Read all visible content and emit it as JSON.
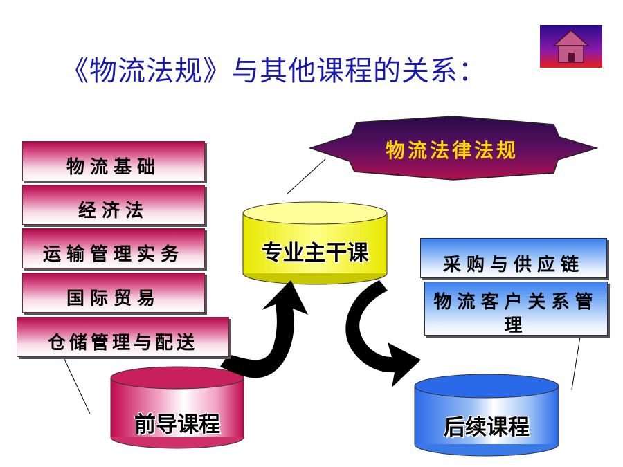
{
  "title": "《物流法规》与其他课程的关系：",
  "home_icon": "home-icon",
  "colors": {
    "title": "#1a1aa8",
    "star_text": "#ffd400",
    "pink_top": "#b0084a",
    "blue_top": "#3a80f0",
    "yellow_cylinder": "#ffff66",
    "arrow": "#000000"
  },
  "diagram": {
    "center": {
      "label": "专业主干课"
    },
    "top": {
      "label": "物流法律法规"
    },
    "prerequisite": {
      "label": "前导课程",
      "courses": [
        "物流基础",
        "经济法",
        "运输管理实务",
        "国际贸易",
        "仓储管理与配送"
      ]
    },
    "followup": {
      "label": "后续课程",
      "courses": [
        "采购与供应链",
        "物流客户关系管理"
      ]
    }
  }
}
